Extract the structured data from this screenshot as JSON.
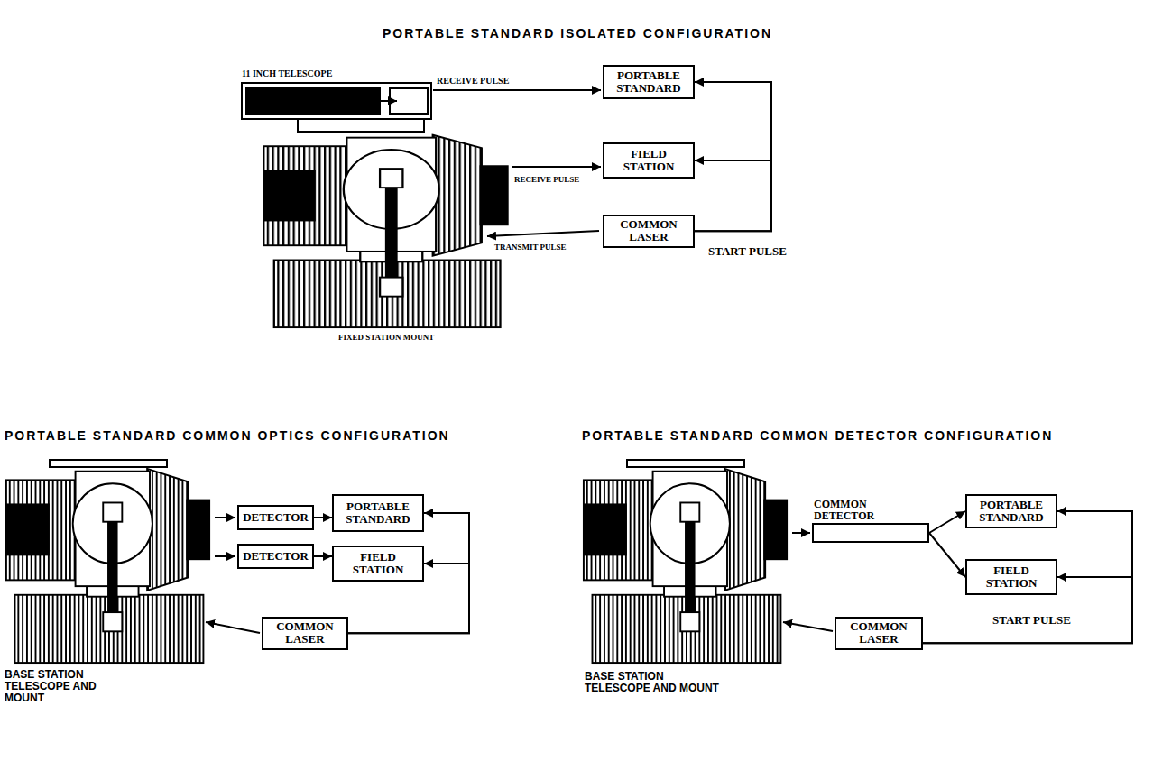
{
  "diagram": {
    "nodes": [
      {
        "text": [
          "PORTABLE STANDARD"
        ]
      },
      {
        "text": [
          "FIELD STATION"
        ]
      },
      {
        "text": [
          "COMMON LASER"
        ]
      },
      {
        "text": [
          "DETECTOR"
        ]
      },
      {
        "text": [
          "PORTABLE STANDARD"
        ]
      },
      {
        "text": [
          "DETECTOR"
        ]
      },
      {
        "text": [
          "FIELD STATION"
        ]
      },
      {
        "text": [
          "COMMON LASER"
        ]
      },
      {
        "text": [
          "COMMON DETECTOR"
        ]
      },
      {
        "text": [
          "PORTABLE STANDARD"
        ]
      },
      {
        "text": [
          "FIELD STATION"
        ]
      },
      {
        "text": [
          "COMMON LASER"
        ]
      }
    ],
    "edges": [
      {
        "from": 2,
        "to": 0,
        "arrow": "to"
      },
      {
        "from": 2,
        "to": 1,
        "arrow": "to"
      },
      {
        "from": 3,
        "to": 4,
        "arrow": "to"
      },
      {
        "from": 5,
        "to": 6,
        "arrow": "to"
      },
      {
        "from": 7,
        "to": 4,
        "arrow": "to"
      },
      {
        "from": 7,
        "to": 6,
        "arrow": "to"
      },
      {
        "from": 8,
        "to": 9,
        "arrow": "to"
      },
      {
        "from": 8,
        "to": 10,
        "arrow": "to"
      },
      {
        "from": 11,
        "to": 9,
        "arrow": "to"
      },
      {
        "from": 11,
        "to": 10,
        "arrow": "to"
      }
    ],
    "labels": [
      "PORTABLE STANDARD ISOLATED CONFIGURATION",
      "11 INCH TELESCOPE",
      "RECEIVE PULSE",
      "RECEIVE PULSE",
      "TRANSMIT PULSE",
      "START PULSE",
      "FIXED STATION MOUNT",
      "PORTABLE STANDARD COMMON OPTICS CONFIGURATION",
      "BASE STATION TELESCOPE AND MOUNT",
      "PORTABLE STANDARD COMMON DETECTOR CONFIGURATION",
      "START PULSE",
      "BASE STATION TELESCOPE AND MOUNT"
    ]
  }
}
